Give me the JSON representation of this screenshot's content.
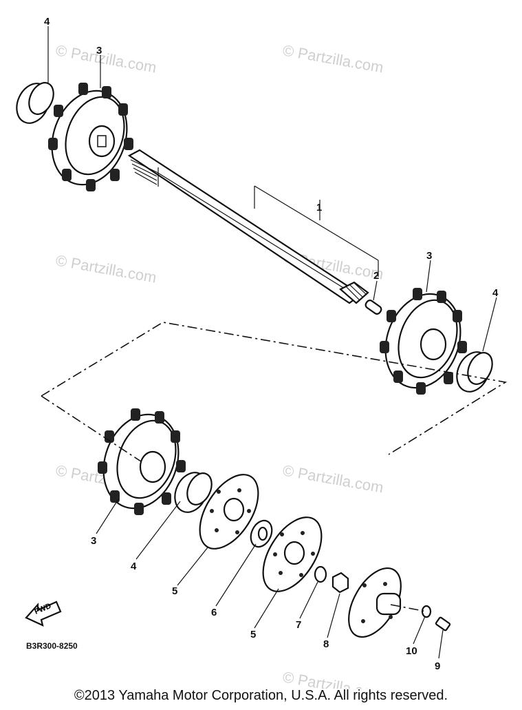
{
  "watermark_text": "© Partzilla.com",
  "diagram_code": "B3R300-8250",
  "fwd_label": "FWD",
  "copyright": "©2013 Yamaha Motor Corporation, U.S.A. All rights reserved.",
  "callouts": {
    "c4a": "4",
    "c3a": "3",
    "c1": "1",
    "c2": "2",
    "c3b": "3",
    "c4b": "4",
    "c3c": "3",
    "c4c": "4",
    "c5a": "5",
    "c6": "6",
    "c5b": "5",
    "c7": "7",
    "c8": "8",
    "c10": "10",
    "c9": "9"
  }
}
